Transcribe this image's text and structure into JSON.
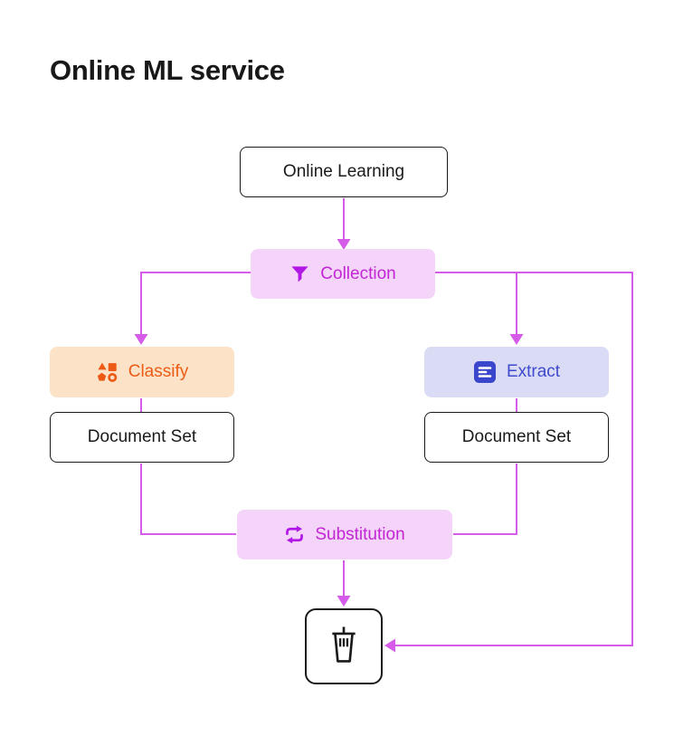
{
  "title": "Online ML service",
  "nodes": {
    "online_learning": {
      "label": "Online Learning"
    },
    "collection": {
      "label": "Collection",
      "icon": "funnel-icon",
      "bg": "#f4d4f9",
      "color": "#c226d4"
    },
    "classify": {
      "label": "Classify",
      "icon": "shapes-icon",
      "bg": "#fce3c8",
      "color": "#ed5a15"
    },
    "extract": {
      "label": "Extract",
      "icon": "document-lines-icon",
      "bg": "#dadcf6",
      "color": "#3f4acd"
    },
    "document_set_left": {
      "label": "Document Set"
    },
    "document_set_right": {
      "label": "Document Set"
    },
    "substitution": {
      "label": "Substitution",
      "icon": "repeat-icon",
      "bg": "#f4d4f9",
      "color": "#c226d4"
    },
    "trash": {
      "icon": "trash-icon"
    }
  },
  "edges": [
    {
      "from": "online_learning",
      "to": "collection",
      "arrow": true
    },
    {
      "from": "collection",
      "to": "classify",
      "arrow": true
    },
    {
      "from": "collection",
      "to": "extract",
      "arrow": true
    },
    {
      "from": "collection",
      "to": "trash",
      "arrow": true
    },
    {
      "from": "classify",
      "to": "document_set_left",
      "arrow": false
    },
    {
      "from": "extract",
      "to": "document_set_right",
      "arrow": false
    },
    {
      "from": "document_set_left",
      "to": "substitution",
      "arrow": false
    },
    {
      "from": "document_set_right",
      "to": "substitution",
      "arrow": false
    },
    {
      "from": "substitution",
      "to": "trash",
      "arrow": true
    }
  ],
  "colors": {
    "connector": "#d55ce9",
    "magenta_icon": "#b118e6",
    "orange_icon": "#ed5a15",
    "blue_icon": "#3a46cb",
    "node_text_dark": "#1a1a1a",
    "background": "#ffffff"
  }
}
